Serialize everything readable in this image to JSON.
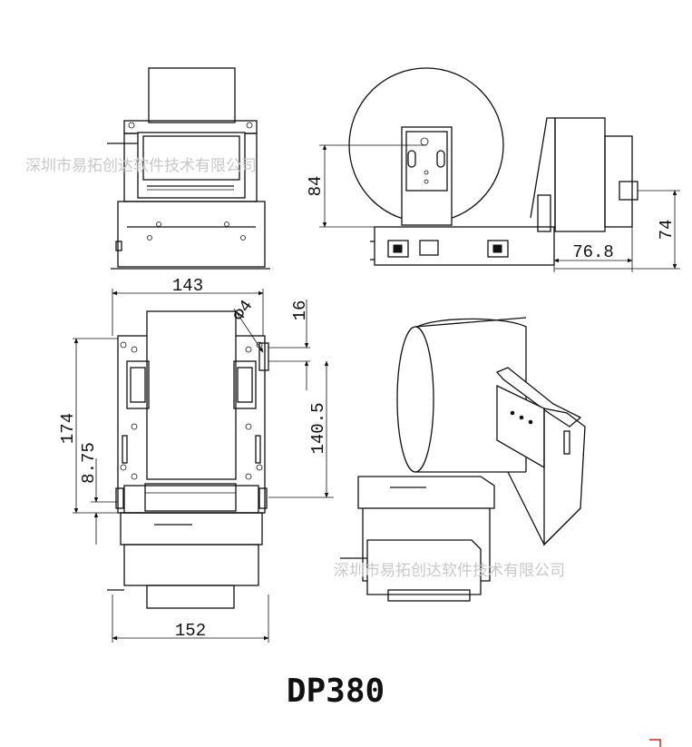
{
  "title": "DP380",
  "dimensions": {
    "width_top": "143",
    "diameter": "Φ4",
    "depth_16": "16",
    "height_84": "84",
    "width_76": "76.8",
    "height_74": "74",
    "height_174": "174",
    "offset_875": "8.75",
    "height_1405": "140.5",
    "width_bottom": "152"
  },
  "watermark": {
    "text": "深圳市易拓创达软件技术有限公司"
  }
}
